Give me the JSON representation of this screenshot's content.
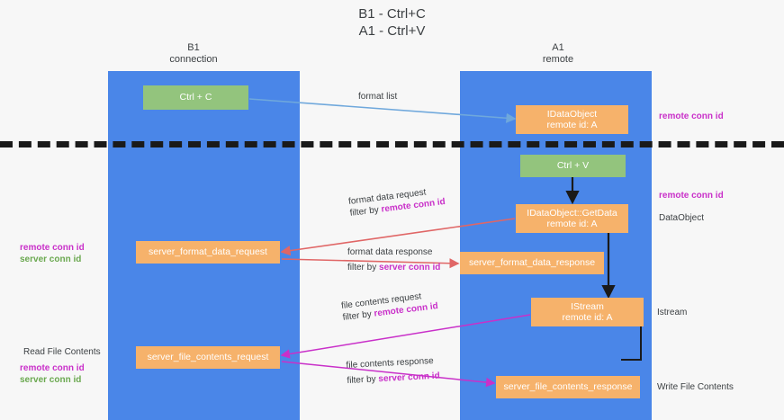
{
  "title": {
    "line1": "B1 - Ctrl+C",
    "line2": "A1 - Ctrl+V"
  },
  "columns": [
    {
      "name": "B1",
      "sub": "connection"
    },
    {
      "name": "A1",
      "sub": "remote"
    }
  ],
  "nodes": {
    "ctrl_c": {
      "label": "Ctrl + C"
    },
    "idataobject": {
      "line1": "IDataObject",
      "line2": "remote id: A"
    },
    "ctrl_v": {
      "label": "Ctrl + V"
    },
    "getdata": {
      "line1": "IDataObject::GetData",
      "line2": "remote id: A"
    },
    "server_format_data_request": {
      "label": "server_format_data_request"
    },
    "server_format_data_response": {
      "label": "server_format_data_response"
    },
    "istream": {
      "line1": "IStream",
      "line2": "remote id: A"
    },
    "server_file_contents_request": {
      "label": "server_file_contents_request"
    },
    "server_file_contents_response": {
      "label": "server_file_contents_response"
    }
  },
  "edges": {
    "format_list": {
      "text": "format list"
    },
    "format_data_request": {
      "text": "format data request",
      "filter_prefix": "filter by ",
      "filter_key": "remote conn id"
    },
    "format_data_response": {
      "text": "format data response",
      "filter_prefix": "filter by ",
      "filter_key": "server conn id"
    },
    "file_contents_request": {
      "text": "file contents request",
      "filter_prefix": "filter by ",
      "filter_key": "remote conn id"
    },
    "file_contents_response": {
      "text": "file contents response",
      "filter_prefix": "filter by ",
      "filter_key": "server conn id"
    }
  },
  "annotations": {
    "right_remote_conn_id_top": "remote conn id",
    "right_remote_conn_id_mid": "remote conn id",
    "right_dataobject": "DataObject",
    "right_istream": "Istream",
    "right_write_file_contents": "Write File Contents",
    "left_remote_conn_id_mid": "remote conn id",
    "left_server_conn_id_mid": "server conn id",
    "left_read_file_contents": "Read File Contents",
    "left_remote_conn_id_bottom": "remote conn id",
    "left_server_conn_id_bottom": "server conn id"
  },
  "colors": {
    "lane": "#4a86e8",
    "green_node": "#93c47d",
    "orange_node": "#f6b26b",
    "background": "#f7f7f7",
    "divider": "#1a1a1a",
    "accent_remote": "#c930c9",
    "accent_server": "#6aa84f",
    "arrow_blue": "#6fa8dc",
    "arrow_red": "#e06666",
    "arrow_magenta": "#c930c9",
    "arrow_black": "#1a1a1a"
  }
}
